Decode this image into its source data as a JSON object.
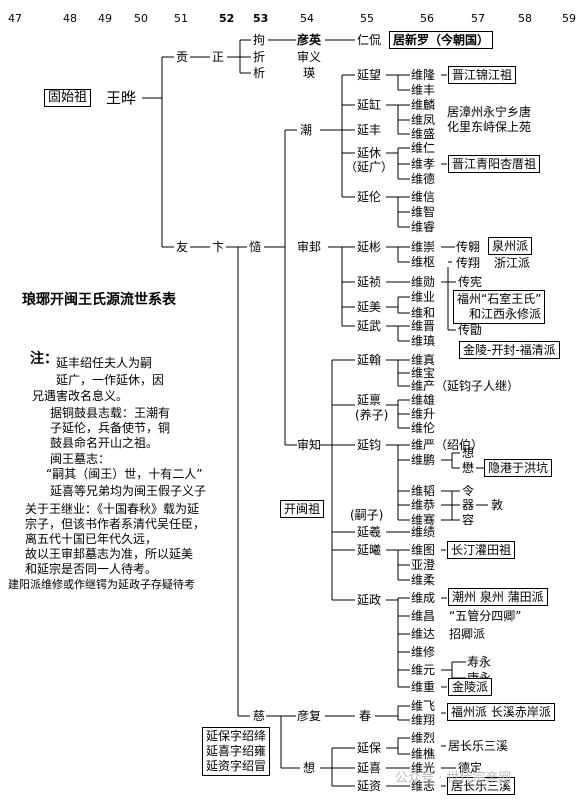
{
  "generations": [
    "47",
    "48",
    "49",
    "50",
    "51",
    "52",
    "53",
    "54",
    "55",
    "56",
    "57",
    "58",
    "59"
  ],
  "title": "琅琊开闽王氏源流世系表",
  "root": {
    "box": "固始祖",
    "name": "王晔"
  },
  "n": {
    "gong": "贡",
    "zheng": "正",
    "ju": "拘",
    "zhe": "折",
    "xi": "析",
    "yanying": "彦英",
    "shenyi": "审义",
    "ying": "瑛",
    "renkan": "仁侃",
    "silla": "居新罗（今朝国）",
    "you": "友",
    "xia": "卞",
    "zao": "慥",
    "chao": "潮",
    "yanwang": "延望",
    "weilong": "维隆",
    "weifeng": "维丰",
    "jinjiang": "晋江锦江祖",
    "yanhong": "延缸",
    "weilin": "维麟",
    "weifeng2": "维凤",
    "weisheng": "维盛",
    "yanfeng": "延丰",
    "zhangzhou1": "居漳州永宁乡唐",
    "zhangzhou2": "化里东峙保上苑",
    "yanxiu": "延休",
    "yanguang": "（延广）",
    "weiren": "维仁",
    "weixiao": "维孝",
    "weide": "维德",
    "qingyang": "晋江青阳杏厝祖",
    "yanlun": "延伦",
    "weixin": "维信",
    "weizhi": "维智",
    "weirui": "维睿",
    "shenbang": "审邽",
    "yanbin": "延彬",
    "weichong": "维崇",
    "chuangao": "传翱",
    "quanzhou": "泉州派",
    "weishu": "维枢",
    "chuanxiang": "传翔",
    "zhejiang": "浙江派",
    "yanzhen": "延祯",
    "weixun": "维勋",
    "chuanxian": "传宪",
    "fuzhou1": "福州“石室王氏”",
    "fuzhou2": "和江西永修派",
    "yanmei": "延美",
    "weiye": "维业",
    "weihe": "维和",
    "chuanxun": "传勖",
    "jinling": "金陵-开封-福清派",
    "yanwu": "延武",
    "weijin": "维晋",
    "weizhen": "维瑱",
    "shenzhi": "审知",
    "yanhan": "延翰",
    "weizhen2": "维真",
    "weibao": "维宝",
    "weiyan": "维产（延钧子人继）",
    "yanbing": "延禀",
    "yangzi": "(养子)",
    "weixiong": "维雄",
    "weisheng2": "维升",
    "weilun": "维伦",
    "yanjun": "延钧",
    "weiyan2": "维严（绍伯）",
    "weipeng": "维鹏",
    "xiang": "想",
    "mao": "懋",
    "honghang": "隐港于洪坑",
    "weitao": "维韬",
    "ling": "令",
    "qi": "器",
    "dun": "敦",
    "weigong": "维恭",
    "rong": "容",
    "weixuan": "维骞",
    "kaimin": "开闽祖",
    "sizi": "(嗣子)",
    "yanxi": "延羲",
    "weiji": "维绩",
    "yanzheng": "延曦",
    "weitu": "维图",
    "changting": "长汀灌田祖",
    "yacheng": "亚澄",
    "weirou": "维柔",
    "yanzheng2": "延政",
    "weicheng": "维成",
    "chaozhou": "潮州 泉州 蒲田派",
    "weichang": "维昌",
    "wuguan": "“五管分四卿”",
    "weida": "维达",
    "zhaoqing": "招卿派",
    "weixiu": "维修",
    "weiyuan": "维元",
    "shouyong": "寿永",
    "kangyong": "康永",
    "weichong2": "维重",
    "jinlingpai": "金陵派",
    "ci": "慈",
    "yanfu": "彦复",
    "chun": "春",
    "weifei": "维飞",
    "weixiang": "维翔",
    "fuzhoupai": "福州派 长溪赤岸派",
    "bottombox1": "延保字绍绛",
    "bottombox2": "延喜字绍雍",
    "bottombox3": "延资字绍冒",
    "xiang2": "想",
    "yanbao": "延保",
    "weilie": "维烈",
    "weiqiao": "维樵",
    "changxi1": "居长乐三溪",
    "yanxi2": "延喜",
    "weiguang": "维光",
    "deding": "德定",
    "yanzi": "延资",
    "weizhi2": "维志",
    "changxi2": "居长乐三溪"
  },
  "notes": {
    "zhu": "注：",
    "l1": "延丰绍任夫人为嗣",
    "l2": "延广，一作延休，因",
    "l3": "兄遇害改名息义。",
    "l4": "据铜鼓县志载：王潮有",
    "l5": "子延伦，兵备使节，铜",
    "l6": "鼓县命名开山之祖。",
    "l7": "闽王墓志：",
    "l8": "“嗣其（闽王）世，十有二人”",
    "l9": "延喜等兄弟均为闽王假子义子",
    "l10": "关于王继业：《十国春秋》载为延",
    "l11": "宗子，但该书作者系清代吴任臣，",
    "l12": "离五代十国已年代久远，",
    "l13": "故以王审邽墓志为准，所以延美",
    "l14": "和延宗是否同一人待考。",
    "l15": "建阳派维修或作继锷为延政子存疑待考"
  },
  "watermark": "公众号 · 世代宗亲网"
}
